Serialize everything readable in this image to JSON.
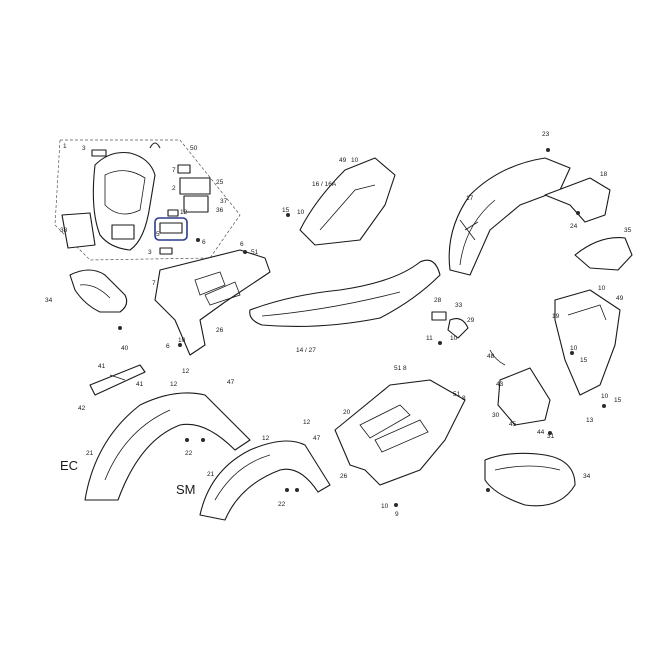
{
  "labels": {
    "l1": "1",
    "l3a": "3",
    "l50": "50",
    "l7": "7",
    "l2": "2",
    "l25": "25",
    "l37": "37",
    "l36": "36",
    "l38": "38",
    "l5a": "5",
    "l3b": "3",
    "l12a": "12",
    "l6a": "6",
    "l6b": "6",
    "l51a": "51",
    "l34a": "34",
    "l7b": "7",
    "l26a": "26",
    "l6c": "6",
    "l10a": "10",
    "l40": "40",
    "l41a": "41",
    "l41b": "41",
    "l42": "42",
    "l12b": "12",
    "l12c": "12",
    "l47a": "47",
    "l21a": "21",
    "l22a": "22",
    "l49a": "49",
    "l10b": "10",
    "l16": "16 / 16A",
    "l15a": "15",
    "l10c": "10",
    "l17": "17",
    "l23": "23",
    "l18": "18",
    "l24": "24",
    "l35": "35",
    "l1427": "14 / 27",
    "l33": "33",
    "l28": "28",
    "l29": "29",
    "l11": "11",
    "l10d": "10",
    "l19": "19",
    "l10e": "10",
    "l49b": "49",
    "l10f": "10",
    "l15b": "15",
    "l48": "48",
    "l43": "43",
    "l30": "30",
    "l45": "45",
    "l44": "44",
    "l31": "31",
    "l10g": "10",
    "l15c": "15",
    "l13": "13",
    "l20": "20",
    "l51b": "51",
    "l8a": "8",
    "l51c": "51",
    "l8b": "8",
    "l12d": "12",
    "l12e": "12",
    "l47b": "47",
    "l21b": "21",
    "l22b": "22",
    "l26b": "26",
    "l10h": "10",
    "l9": "9",
    "l34b": "34"
  },
  "variants": {
    "ec": "EC",
    "sm": "SM"
  },
  "colors": {
    "line": "#1a1a1a",
    "highlight": "#2b3a8c",
    "background": "#ffffff"
  }
}
